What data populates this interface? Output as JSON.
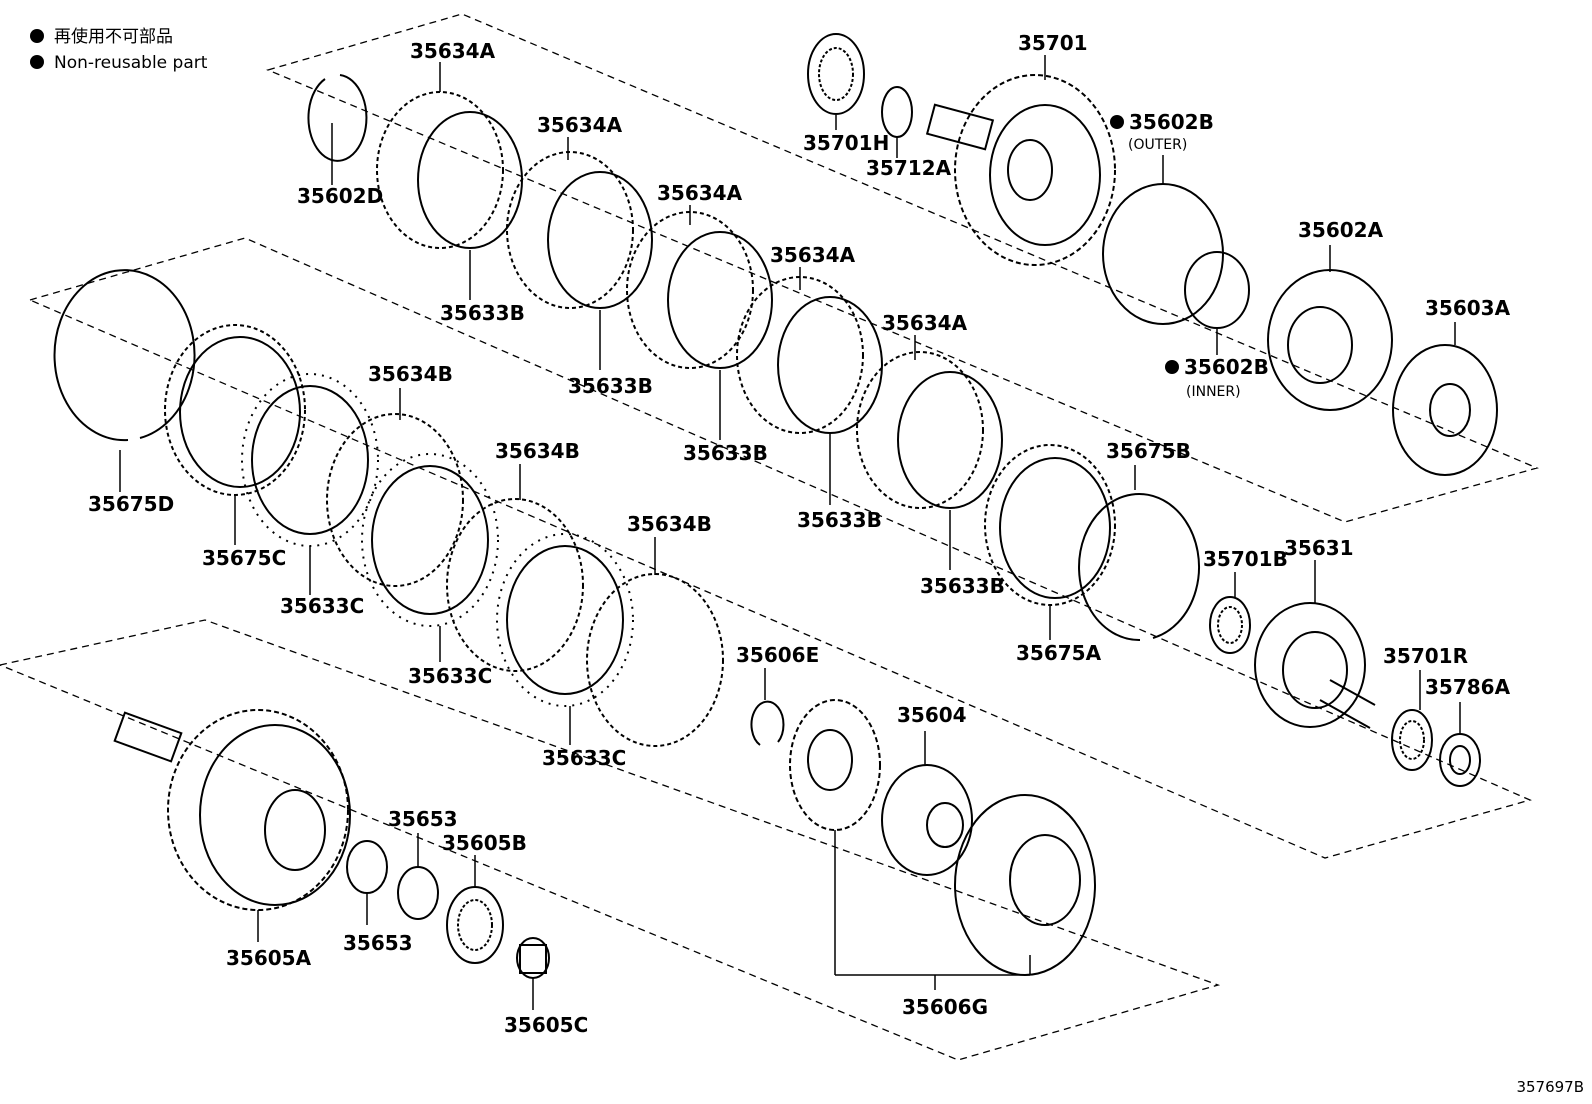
{
  "legend": {
    "jp": "再使用不可部品",
    "en": "Non-reusable part"
  },
  "reference_id": "357697B",
  "parts": [
    {
      "id": "35634A_1",
      "text": "35634A"
    },
    {
      "id": "35634A_2",
      "text": "35634A"
    },
    {
      "id": "35634A_3",
      "text": "35634A"
    },
    {
      "id": "35634A_4",
      "text": "35634A"
    },
    {
      "id": "35634A_5",
      "text": "35634A"
    },
    {
      "id": "35602D",
      "text": "35602D"
    },
    {
      "id": "35633B_1",
      "text": "35633B"
    },
    {
      "id": "35633B_2",
      "text": "35633B"
    },
    {
      "id": "35633B_3",
      "text": "35633B"
    },
    {
      "id": "35633B_4",
      "text": "35633B"
    },
    {
      "id": "35633B_5",
      "text": "35633B"
    },
    {
      "id": "35701H",
      "text": "35701H"
    },
    {
      "id": "35712A",
      "text": "35712A"
    },
    {
      "id": "35701",
      "text": "35701"
    },
    {
      "id": "35602B_outer",
      "text": "35602B",
      "note": "(OUTER)"
    },
    {
      "id": "35602B_inner",
      "text": "35602B",
      "note": "(INNER)"
    },
    {
      "id": "35602A",
      "text": "35602A"
    },
    {
      "id": "35603A",
      "text": "35603A"
    },
    {
      "id": "35675D",
      "text": "35675D"
    },
    {
      "id": "35675C",
      "text": "35675C"
    },
    {
      "id": "35634B_1",
      "text": "35634B"
    },
    {
      "id": "35634B_2",
      "text": "35634B"
    },
    {
      "id": "35634B_3",
      "text": "35634B"
    },
    {
      "id": "35633C_1",
      "text": "35633C"
    },
    {
      "id": "35633C_2",
      "text": "35633C"
    },
    {
      "id": "35633C_3",
      "text": "35633C"
    },
    {
      "id": "35675B",
      "text": "35675B"
    },
    {
      "id": "35675A",
      "text": "35675A"
    },
    {
      "id": "35701B",
      "text": "35701B"
    },
    {
      "id": "35631",
      "text": "35631"
    },
    {
      "id": "35701R",
      "text": "35701R"
    },
    {
      "id": "35786A",
      "text": "35786A"
    },
    {
      "id": "35606E",
      "text": "35606E"
    },
    {
      "id": "35604",
      "text": "35604"
    },
    {
      "id": "35606G",
      "text": "35606G"
    },
    {
      "id": "35653_1",
      "text": "35653"
    },
    {
      "id": "35653_2",
      "text": "35653"
    },
    {
      "id": "35605B",
      "text": "35605B"
    },
    {
      "id": "35605A",
      "text": "35605A"
    },
    {
      "id": "35605C",
      "text": "35605C"
    }
  ]
}
